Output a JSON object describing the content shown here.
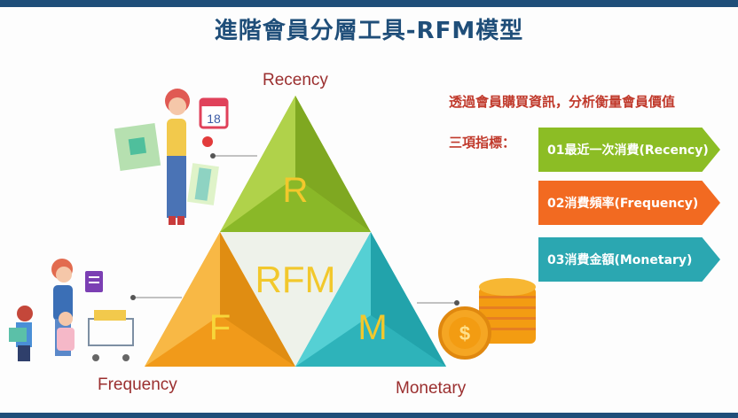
{
  "title": "進階會員分層工具-RFM模型",
  "triangle": {
    "top_letter": "R",
    "left_letter": "F",
    "right_letter": "M",
    "center_label": "RFM",
    "top_label": "Recency",
    "left_label": "Frequency",
    "right_label": "Monetary"
  },
  "description": "透過會員購買資訊，分析衡量會員價值",
  "items_label": "三項指標：",
  "items": [
    {
      "label": "01最近一次消費(Recency)",
      "color": "#8cbd25"
    },
    {
      "label": "02消費頻率(Frequency)",
      "color": "#f26a21"
    },
    {
      "label": "03消費金額(Monetary)",
      "color": "#2ba7b1"
    }
  ],
  "calendar_number": "18",
  "colors": {
    "title": "#1f4e79",
    "recency": "#8cbd25",
    "frequency": "#f4a21e",
    "monetary": "#2bb8bf"
  }
}
